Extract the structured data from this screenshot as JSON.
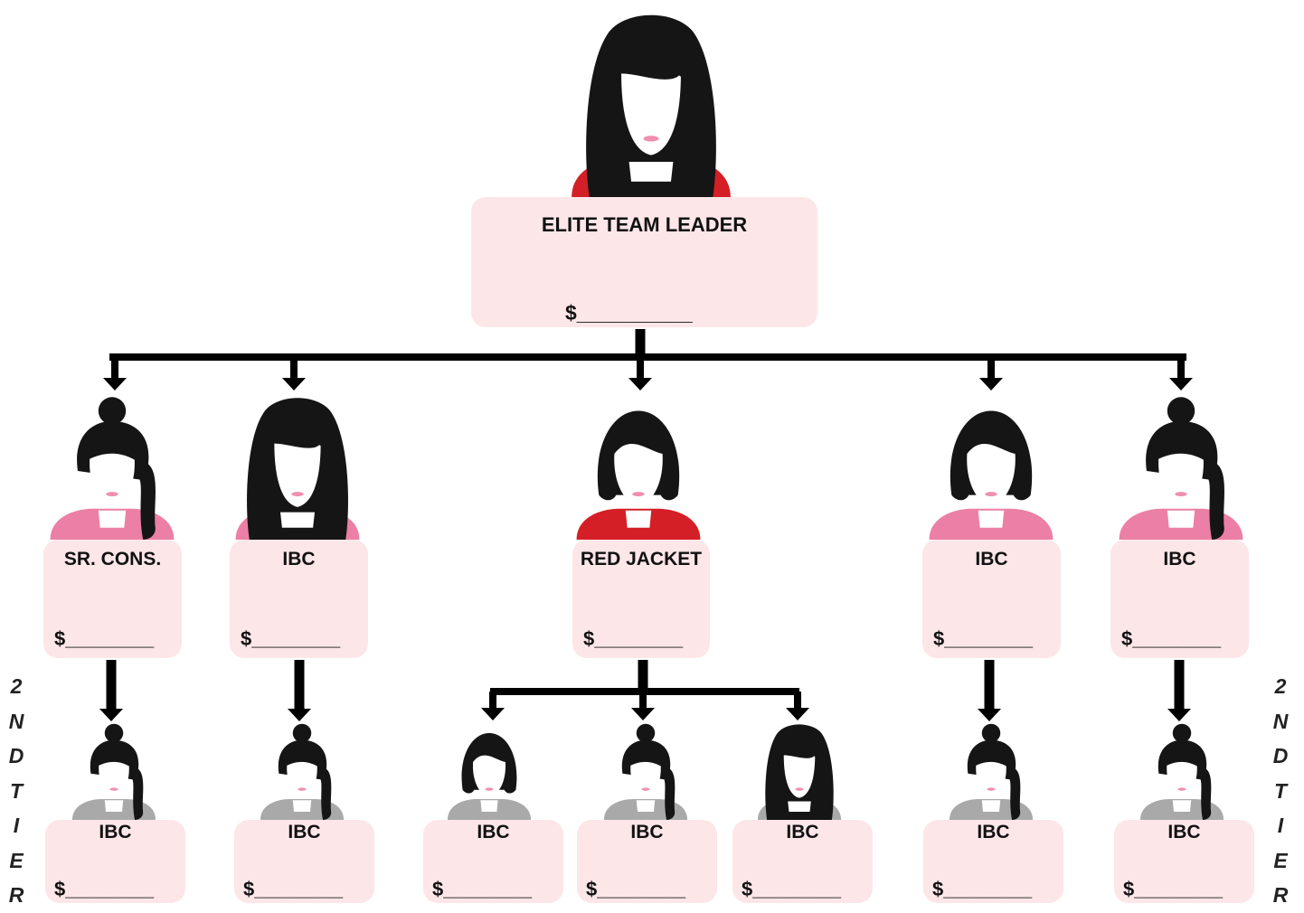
{
  "colors": {
    "box_fill": "#fde6e8",
    "pink_shirt": "#ec7fa5",
    "red_shirt": "#d41f26",
    "gray_shirt": "#a9a9a9",
    "hair": "#151515",
    "connector": "#000000"
  },
  "leader": {
    "role": "ELITE TEAM LEADER",
    "amount": "$__________",
    "avatar_icon": "woman-long-hair-icon"
  },
  "first_tier": [
    {
      "role": "SR. CONS.",
      "amount": "$________",
      "avatar_icon": "woman-hair-bun-icon"
    },
    {
      "role": "IBC",
      "amount": "$________",
      "avatar_icon": "woman-long-hair-icon"
    },
    {
      "role": "RED JACKET",
      "amount": "$________",
      "avatar_icon": "woman-bob-hair-icon"
    },
    {
      "role": "IBC",
      "amount": "$________",
      "avatar_icon": "woman-bob-hair-icon"
    },
    {
      "role": "IBC",
      "amount": "$________",
      "avatar_icon": "woman-hair-bun-icon"
    }
  ],
  "second_tier": [
    {
      "role": "IBC",
      "amount": "$________",
      "avatar_icon": "woman-hair-bun-icon"
    },
    {
      "role": "IBC",
      "amount": "$________",
      "avatar_icon": "woman-hair-bun-icon"
    },
    {
      "role": "IBC",
      "amount": "$________",
      "avatar_icon": "woman-bob-hair-icon"
    },
    {
      "role": "IBC",
      "amount": "$________",
      "avatar_icon": "woman-hair-bun-icon"
    },
    {
      "role": "IBC",
      "amount": "$________",
      "avatar_icon": "woman-long-hair-icon"
    },
    {
      "role": "IBC",
      "amount": "$________",
      "avatar_icon": "woman-hair-bun-icon"
    },
    {
      "role": "IBC",
      "amount": "$________",
      "avatar_icon": "woman-hair-bun-icon"
    }
  ],
  "side_labels": {
    "left": [
      "2",
      "N",
      "D",
      "T",
      "I",
      "E",
      "R"
    ],
    "right": [
      "2",
      "N",
      "D",
      "T",
      "I",
      "E",
      "R"
    ]
  }
}
